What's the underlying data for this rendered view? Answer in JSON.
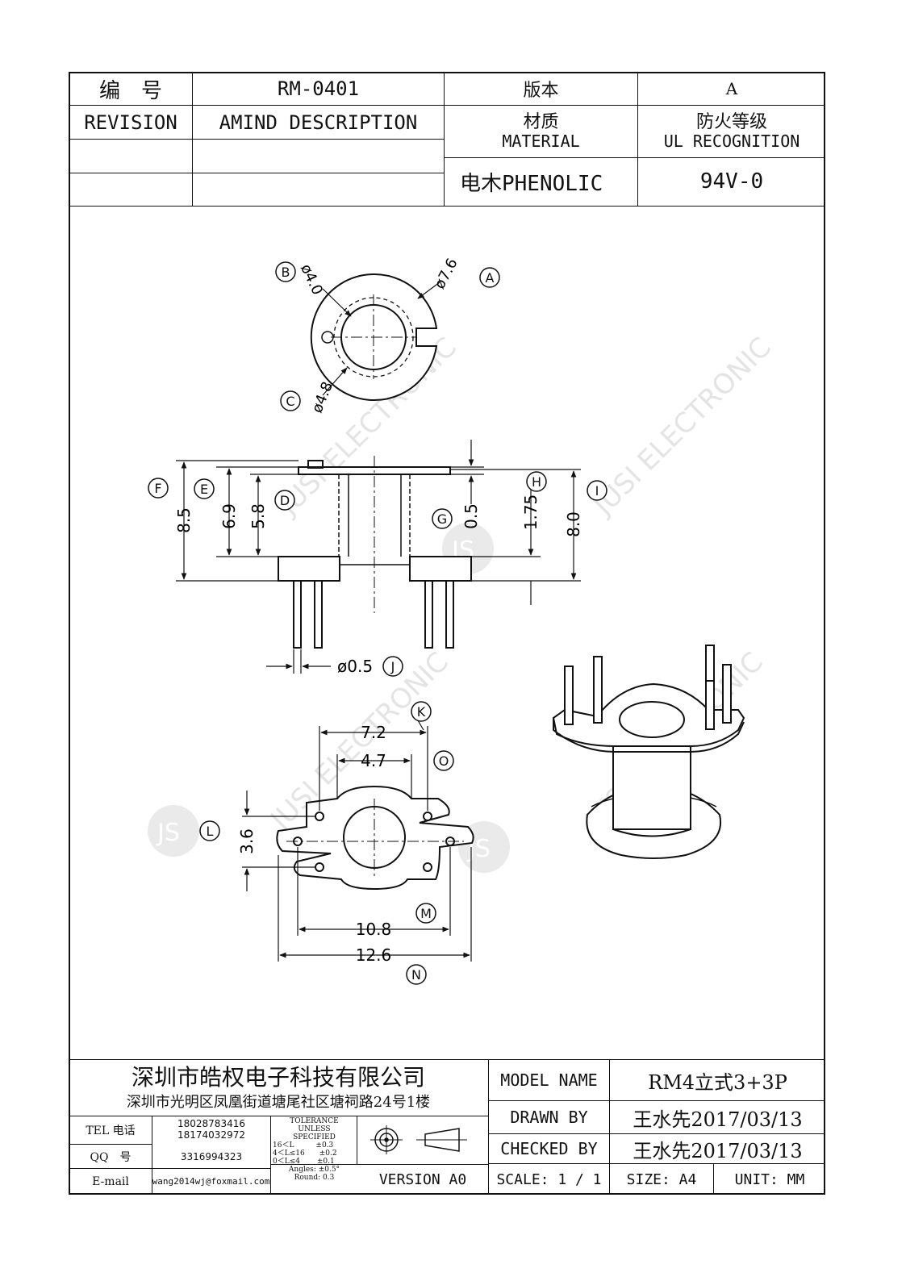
{
  "header": {
    "number_label": "编　号",
    "number_value": "RM-0401",
    "version_label": "版本",
    "version_value": "A",
    "revision_label": "REVISION",
    "description_label": "AMIND DESCRIPTION",
    "material_label_cn": "材质",
    "material_label_en": "MATERIAL",
    "fire_label_cn": "防火等级",
    "fire_label_en": "UL RECOGNITION",
    "material_value": "电木PHENOLIC",
    "fire_value": "94V-0"
  },
  "drawing": {
    "watermark": [
      "JUSI ELECTRONIC",
      "JS"
    ],
    "top_view": {
      "callouts": [
        {
          "id": "A",
          "label": "ø7.6"
        },
        {
          "id": "B",
          "label": "ø4.0"
        },
        {
          "id": "C",
          "label": "ø4.8"
        }
      ]
    },
    "side_view": {
      "callouts": [
        {
          "id": "F",
          "label": "8.5"
        },
        {
          "id": "E",
          "label": "6.9"
        },
        {
          "id": "D",
          "label": "5.8"
        },
        {
          "id": "G",
          "label": "0.5"
        },
        {
          "id": "H",
          "label": "1.75"
        },
        {
          "id": "I",
          "label": "8.0"
        },
        {
          "id": "J",
          "label": "ø0.5"
        }
      ]
    },
    "bottom_view": {
      "callouts": [
        {
          "id": "K",
          "label": "7.2"
        },
        {
          "id": "O",
          "label": "4.7"
        },
        {
          "id": "L",
          "label": "3.6"
        },
        {
          "id": "M",
          "label": "10.8"
        },
        {
          "id": "N",
          "label": "12.6"
        }
      ]
    }
  },
  "footer": {
    "company_name": "深圳市皓权电子科技有限公司",
    "company_address": "深圳市光明区凤凰街道塘尾社区塘祠路24号1楼",
    "tel_label": "TEL 电话",
    "tel_values": [
      "18028783416",
      "18174032972"
    ],
    "qq_label": "QQ　号",
    "qq_value": "3316994323",
    "email_label": "E-mail",
    "email_value": "wang2014wj@foxmail.com",
    "tolerance": {
      "title": [
        "TOLERANCE",
        "UNLESS",
        "SPECIFIED"
      ],
      "rows": [
        "16＜L　　　±0.3",
        "4＜L≤16　　±0.2",
        "0＜L≤4　　 ±0.1",
        "Angles: ±0.5°",
        "Round: 0.3"
      ]
    },
    "version": "VERSION A0",
    "model_name_label": "MODEL NAME",
    "model_name_value": "RM4立式3+3P",
    "drawn_by_label": "DRAWN BY",
    "drawn_by_value": "王水先2017/03/13",
    "checked_by_label": "CHECKED BY",
    "checked_by_value": "王水先2017/03/13",
    "scale": "SCALE:  1  /  1",
    "size": "SIZE:  A4",
    "unit": "UNIT:  MM"
  }
}
